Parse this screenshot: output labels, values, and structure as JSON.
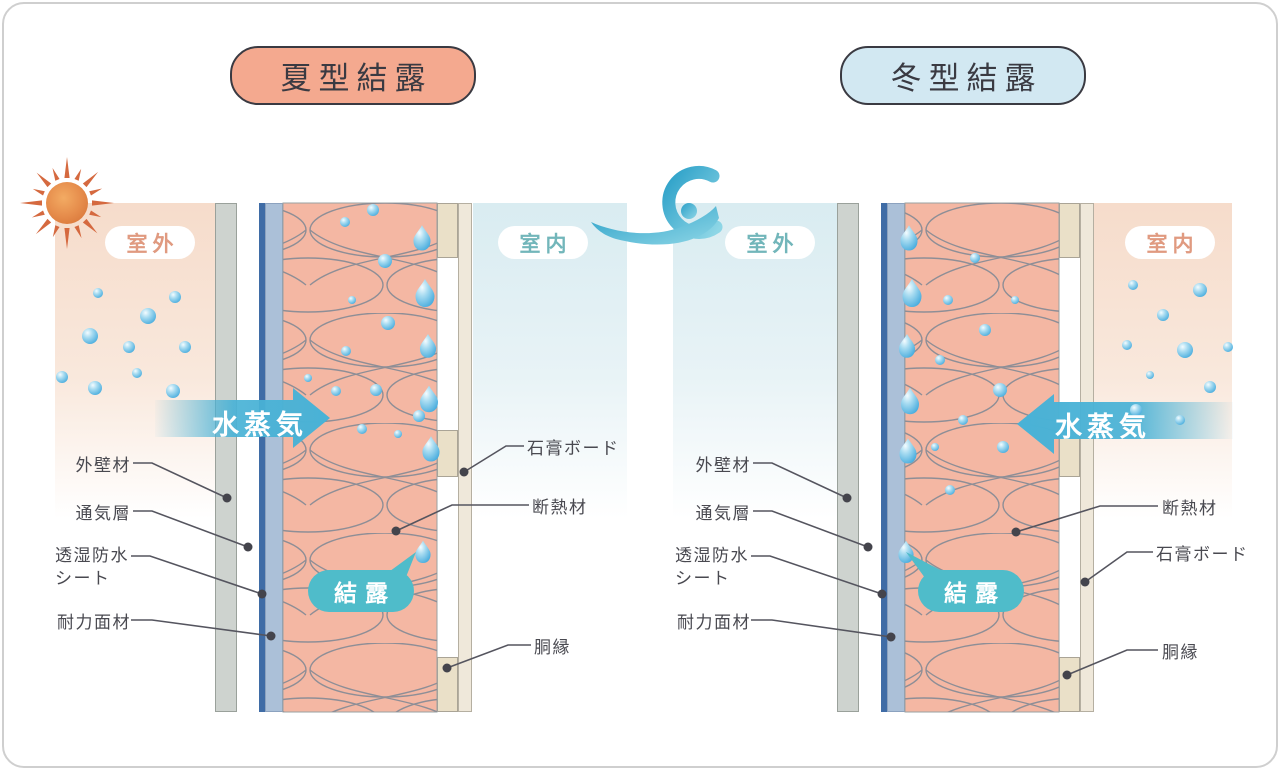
{
  "panels": {
    "summer": {
      "title": "夏型結露",
      "icon": "sun-icon",
      "outdoor_label": "室外",
      "indoor_label": "室内",
      "vapor_label": "水蒸気",
      "condensation_label": "結露"
    },
    "winter": {
      "title": "冬型結露",
      "icon": "wind-swirl-icon",
      "outdoor_label": "室外",
      "indoor_label": "室内",
      "vapor_label": "水蒸気",
      "condensation_label": "結露"
    }
  },
  "layers": {
    "exterior_wall": "外壁材",
    "ventilation_layer": "通気層",
    "vapor_permeable_sheet_line1": "透湿防水",
    "vapor_permeable_sheet_line2": "シート",
    "structural_panel": "耐力面材",
    "insulation": "断熱材",
    "gypsum_board": "石膏ボード",
    "furring_strip": "胴縁"
  },
  "colors": {
    "summer_badge": "#f4a98f",
    "winter_badge": "#d2e8f2",
    "badge_border": "#3a3a42",
    "warm_area_top": "#f6dccb",
    "cool_area_top": "#d9ecf1",
    "outdoor_warm_text": "#e09a80",
    "indoor_cool_text": "#72b6ba",
    "vapor_arrow": "#49b2d6",
    "condensation_bubble": "#4fbcca",
    "insulation_fill": "#f4b7a3",
    "sun_core": "#e8914f",
    "sun_rays": "#d5693f"
  }
}
